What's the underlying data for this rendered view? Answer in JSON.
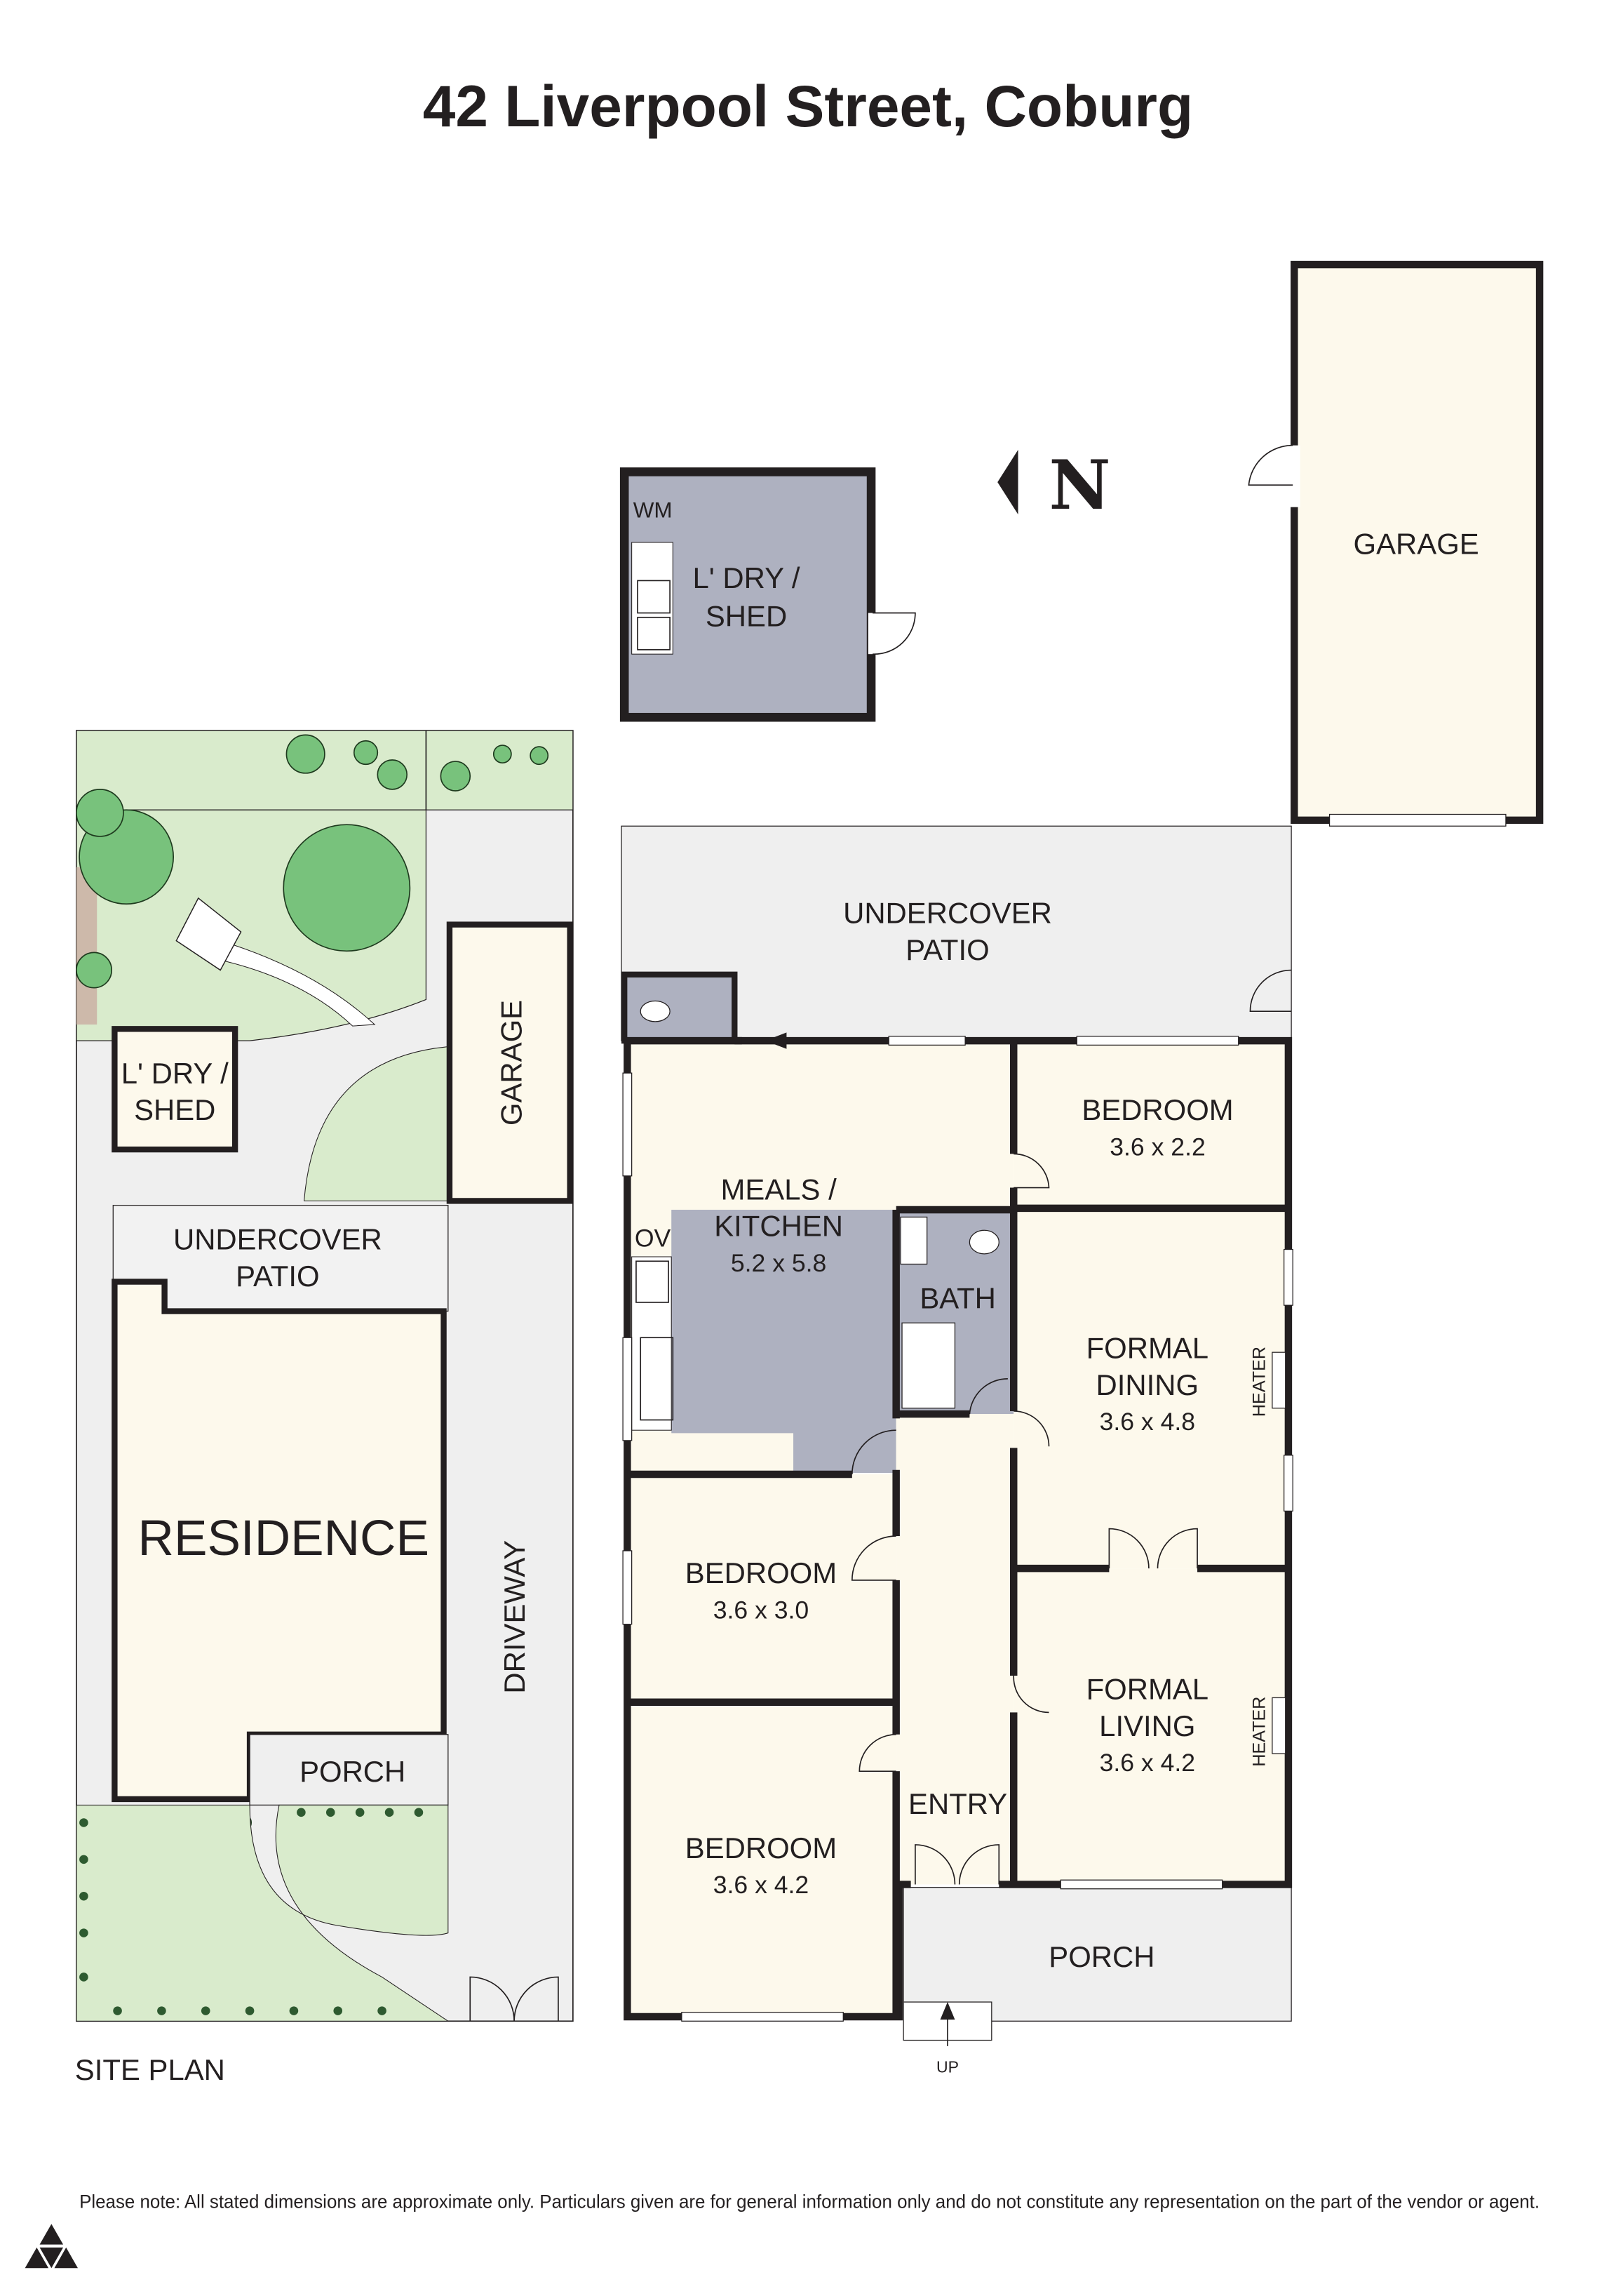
{
  "title": "42 Liverpool Street, Coburg",
  "colors": {
    "wall": "#231f20",
    "living_area": "#fdf9ec",
    "wet_area": "#aeb1c0",
    "outdoor_paved": "#efefef",
    "lawn": "#d9ebcc",
    "tree": "#78c27c",
    "garden_bed": "#cdb9aa"
  },
  "north_label": "N",
  "floor_plan": {
    "shed": {
      "name_line1": "L' DRY /",
      "name_line2": "SHED",
      "wm": "WM"
    },
    "garage": {
      "name": "GARAGE"
    },
    "undercover_patio": {
      "line1": "UNDERCOVER",
      "line2": "PATIO"
    },
    "meals_kitchen": {
      "line1": "MEALS /",
      "line2": "KITCHEN",
      "size": "5.2 x 5.8",
      "oven": "OV"
    },
    "bedroom_rear": {
      "name": "BEDROOM",
      "size": "3.6 x 2.2"
    },
    "bath": {
      "name": "BATH"
    },
    "formal_dining": {
      "line1": "FORMAL",
      "line2": "DINING",
      "size": "3.6 x 4.8",
      "heater": "HEATER"
    },
    "formal_living": {
      "line1": "FORMAL",
      "line2": "LIVING",
      "size": "3.6 x 4.2",
      "heater": "HEATER"
    },
    "bedroom_middle": {
      "name": "BEDROOM",
      "size": "3.6 x 3.0"
    },
    "bedroom_front": {
      "name": "BEDROOM",
      "size": "3.6 x 4.2"
    },
    "entry": {
      "name": "ENTRY"
    },
    "porch": {
      "name": "PORCH"
    },
    "steps": {
      "label": "UP"
    }
  },
  "site_plan": {
    "caption": "SITE PLAN",
    "shed": {
      "line1": "L' DRY /",
      "line2": "SHED"
    },
    "garage": "GARAGE",
    "undercover_patio": {
      "line1": "UNDERCOVER",
      "line2": "PATIO"
    },
    "residence": "RESIDENCE",
    "porch": "PORCH",
    "driveway": "DRIVEWAY"
  },
  "footnote": "Please note: All stated dimensions are approximate only. Particulars given are for general information only and do not constitute any representation on the part of the vendor or agent."
}
